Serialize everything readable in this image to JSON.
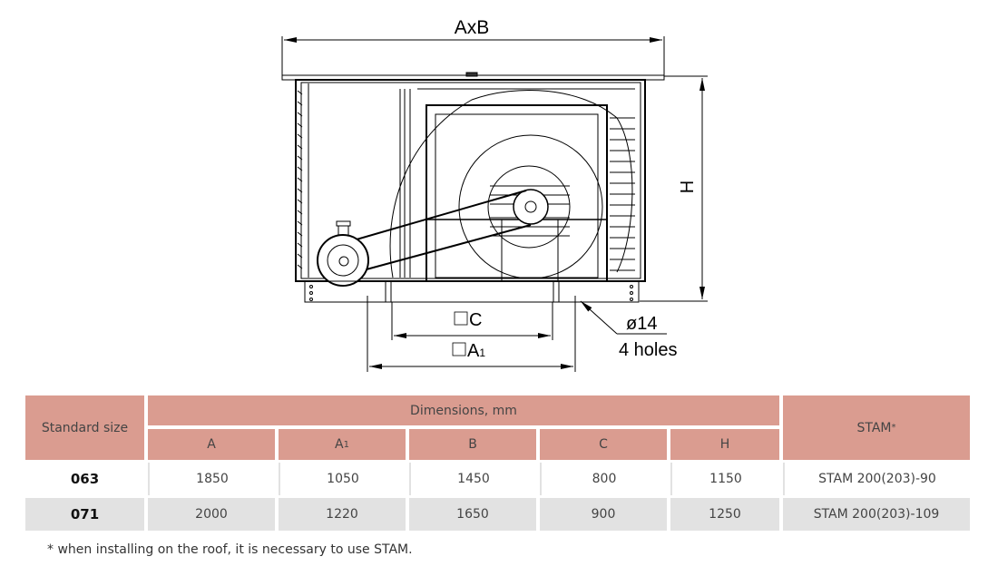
{
  "drawing": {
    "labels": {
      "axb": "AxB",
      "h": "H",
      "c": "C",
      "a1": "A",
      "a1_sub": "1",
      "hole_dia": "ø14",
      "holes": "4 holes"
    }
  },
  "table": {
    "header": {
      "standard_size": "Standard size",
      "dimensions": "Dimensions, mm",
      "stam": "STAM",
      "stam_mark": "*",
      "cols": {
        "a": "A",
        "a1": "A",
        "a1_sub": "1",
        "b": "B",
        "c": "C",
        "h": "H"
      }
    },
    "rows": [
      {
        "size": "063",
        "a": "1850",
        "a1": "1050",
        "b": "1450",
        "c": "800",
        "h": "1150",
        "stam": "STAM 200(203)-90"
      },
      {
        "size": "071",
        "a": "2000",
        "a1": "1220",
        "b": "1650",
        "c": "900",
        "h": "1250",
        "stam": "STAM 200(203)-109"
      }
    ]
  },
  "footnote": "* when installing on the roof, it is necessary to use STAM.",
  "colors": {
    "header": "#da9c90",
    "row_alt": "#e2e2e2"
  }
}
